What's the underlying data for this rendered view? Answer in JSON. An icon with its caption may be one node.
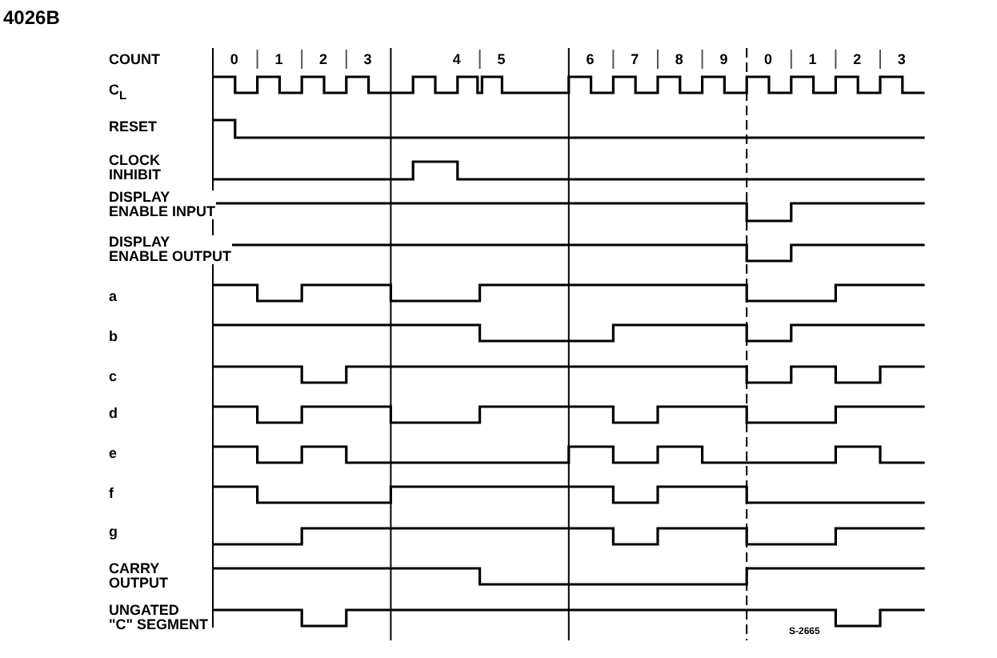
{
  "diagram": {
    "title": "4026B",
    "labels": [
      "COUNT",
      "0",
      "1",
      "2",
      "3",
      "4",
      "5",
      "6",
      "7",
      "8",
      "9",
      "0",
      "1",
      "2",
      "3",
      "C$_{L}$",
      "RESET",
      "CLOCK INHIBIT",
      "DISPLAY ENABLE INPUT",
      "DISPLAY ENABLE OUTPUT",
      "a",
      "b",
      "c",
      "d",
      "e",
      "f",
      "g",
      "CARRY OUTPUT",
      "UNGATED \"C\" SEGMENT",
      "S-2665"
    ]
  }
}
